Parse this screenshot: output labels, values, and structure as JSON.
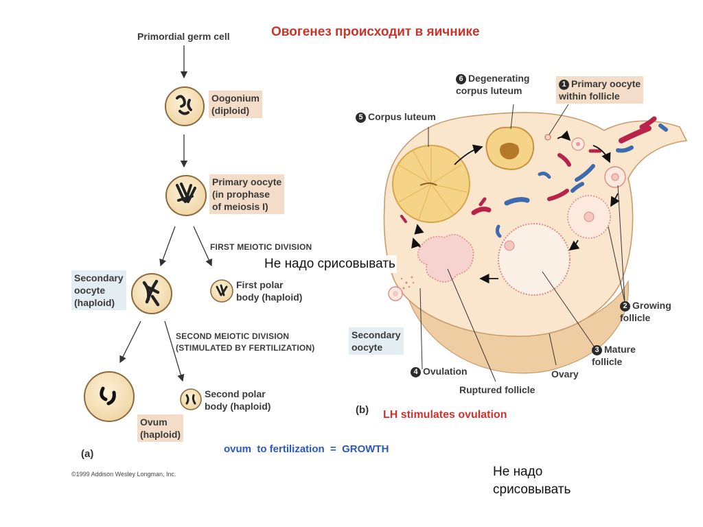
{
  "title": "Овогенез происходит в яичнике",
  "left_panel": {
    "primordial": "Primordial germ cell",
    "oogonium": "Oogonium\n(diploid)",
    "primary_oocyte": "Primary oocyte\n(in prophase\nof meiosis I)",
    "first_division": "FIRST MEIOTIC DIVISION",
    "secondary_oocyte": "Secondary\noocyte\n(haploid)",
    "first_polar": "First polar\nbody (haploid)",
    "second_division": "SECOND MEIOTIC DIVISION\n(STIMULATED BY FERTILIZATION)",
    "ovum": "Ovum\n(haploid)",
    "second_polar": "Second polar\nbody (haploid)",
    "part_label": "(a)",
    "copyright": "©1999 Addison Wesley Longman, Inc."
  },
  "right_panel": {
    "n6": "6",
    "degenerating": "Degenerating\ncorpus luteum",
    "n1": "1",
    "primary_within": "Primary oocyte\nwithin follicle",
    "n5": "5",
    "corpus_luteum": "Corpus luteum",
    "n2": "2",
    "growing": "Growing\nfollicle",
    "n3": "3",
    "mature": "Mature\nfollicle",
    "secondary": "Secondary\noocyte",
    "n4": "4",
    "ovulation": "Ovulation",
    "ruptured": "Ruptured follicle",
    "ovary": "Ovary",
    "part_label": "(b)"
  },
  "lh_caption": "LH stimulates ovulation",
  "growth_caption": "ovum  to fertilization  =  GROWTH",
  "note_center": "Не надо срисовывать",
  "note_bottom": "Не надо\nсрисовывать",
  "colors": {
    "title": "#c8352b",
    "lh": "#d4302c",
    "growth": "#2a56c6",
    "ovary": "#f7e3c8",
    "label_box": "#f3ddc8",
    "label_box_alt": "#e4eef2"
  }
}
